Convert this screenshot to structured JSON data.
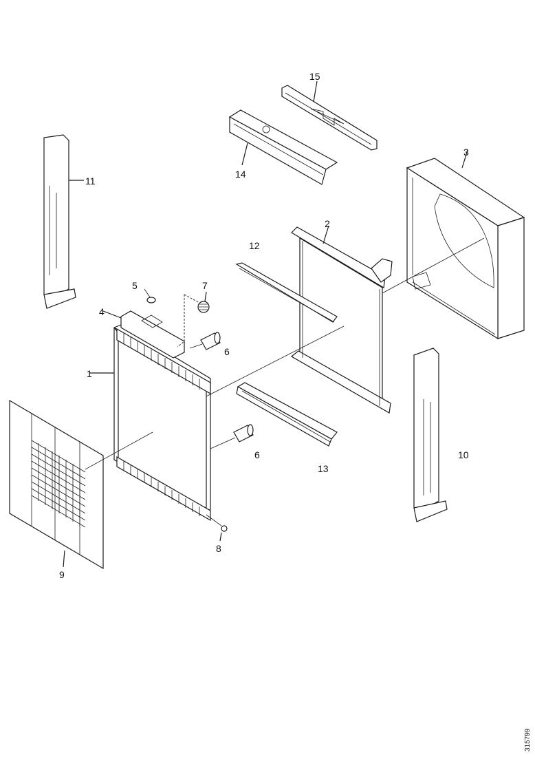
{
  "diagram": {
    "callouts": {
      "c1": "1",
      "c2": "2",
      "c3": "3",
      "c4": "4",
      "c5": "5",
      "c6a": "6",
      "c6b": "6",
      "c7": "7",
      "c8": "8",
      "c9": "9",
      "c10": "10",
      "c11": "11",
      "c12": "12",
      "c13": "13",
      "c14": "14",
      "c15": "15"
    },
    "document_id": "315799"
  }
}
